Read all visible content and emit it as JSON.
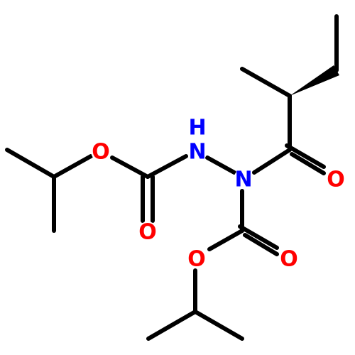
{
  "atoms": {
    "o_ester1": {
      "symbol": "O",
      "color": "#ff0000"
    },
    "o_carbonyl1": {
      "symbol": "O",
      "color": "#ff0000"
    },
    "n_h": {
      "symbol": "N",
      "color": "#0000ff"
    },
    "h_on_n": {
      "symbol": "H",
      "color": "#0000ff"
    },
    "n_central": {
      "symbol": "N",
      "color": "#0000ff"
    },
    "o_acyl": {
      "symbol": "O",
      "color": "#ff0000"
    },
    "o_carbonyl2": {
      "symbol": "O",
      "color": "#ff0000"
    },
    "o_ester2": {
      "symbol": "O",
      "color": "#ff0000"
    }
  },
  "colors": {
    "bond": "#000000",
    "oxygen": "#ff0000",
    "nitrogen": "#0000ff"
  },
  "stereo": {
    "wedge_bond": "chiral-center-to-ethyl"
  }
}
